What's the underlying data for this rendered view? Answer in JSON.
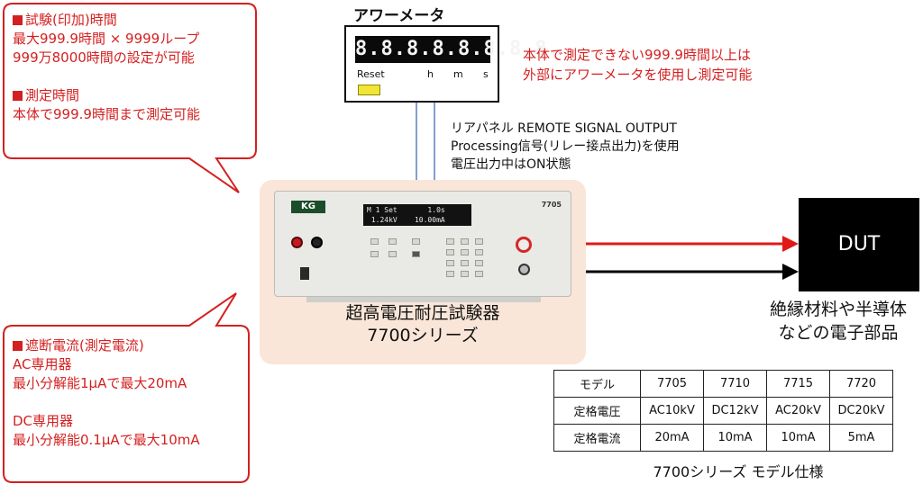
{
  "bubble_top": {
    "title1": "試験(印加)時間",
    "line1": "最大999.9時間 × 9999ループ",
    "line2": "999万8000時間の設定が可能",
    "title2": "測定時間",
    "line3": "本体で999.9時間まで測定可能"
  },
  "bubble_bottom": {
    "title": "遮断電流(測定電流)",
    "ac_head": "AC専用器",
    "ac_text": "最小分解能1μAで最大20mA",
    "dc_head": "DC専用器",
    "dc_text": "最小分解能0.1μAで最大10mA"
  },
  "hour_meter": {
    "title": "アワーメータ",
    "display": "8.8.8.8.8.8.8.8.",
    "reset_label": "Reset",
    "unit_h": "h",
    "unit_m": "m",
    "unit_s": "s"
  },
  "notes": {
    "meter_line1": "本体で測定できない999.9時間以上は",
    "meter_line2": "外部にアワーメータを使用し測定可能",
    "wire_line1": "リアパネル REMOTE SIGNAL OUTPUT",
    "wire_line2": "Processing信号(リレー接点出力)を使用",
    "wire_line3": "電圧出力中はON状態"
  },
  "tester": {
    "logo": "KG",
    "display_line1": "M 1 Set       1.0s",
    "display_line2": " 1.24kV    10.00mA",
    "model": "7705",
    "caption_line1": "超高電圧耐圧試験器",
    "caption_line2": "7700シリーズ"
  },
  "dut": {
    "label": "DUT",
    "caption_line1": "絶縁材料や半導体",
    "caption_line2": "などの電子部品"
  },
  "spec_table": {
    "header": [
      "モデル",
      "7705",
      "7710",
      "7715",
      "7720"
    ],
    "rows": [
      [
        "定格電圧",
        "AC10kV",
        "DC12kV",
        "AC20kV",
        "DC20kV"
      ],
      [
        "定格電流",
        "20mA",
        "10mA",
        "10mA",
        "5mA"
      ]
    ],
    "caption": "7700シリーズ モデル仕様"
  },
  "colors": {
    "accent_red": "#d42020",
    "tester_bg": "#f9e6d8",
    "meter_reset": "#f2e534",
    "wire_blue": "#5b7fc0"
  }
}
